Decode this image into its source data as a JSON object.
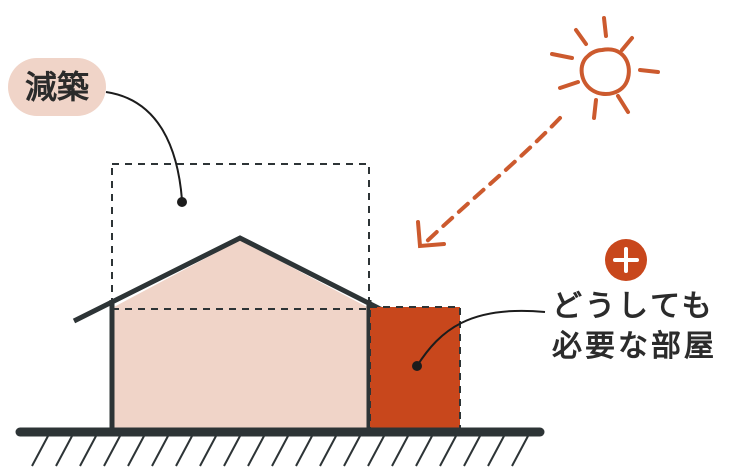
{
  "labels": {
    "reduction": "減築",
    "addition_line1": "どうしても",
    "addition_line2": "必要な部屋",
    "plus_symbol": "+"
  },
  "colors": {
    "house_fill": "#f0d4c8",
    "room_fill": "#c8471c",
    "sun": "#cc5a2e",
    "line": "#2d3436",
    "pill": "#f0d4c8",
    "ground": "#2d3436"
  },
  "icons": {
    "sun": "sun-icon",
    "arrow": "sunlight-arrow",
    "plus": "plus-icon"
  }
}
